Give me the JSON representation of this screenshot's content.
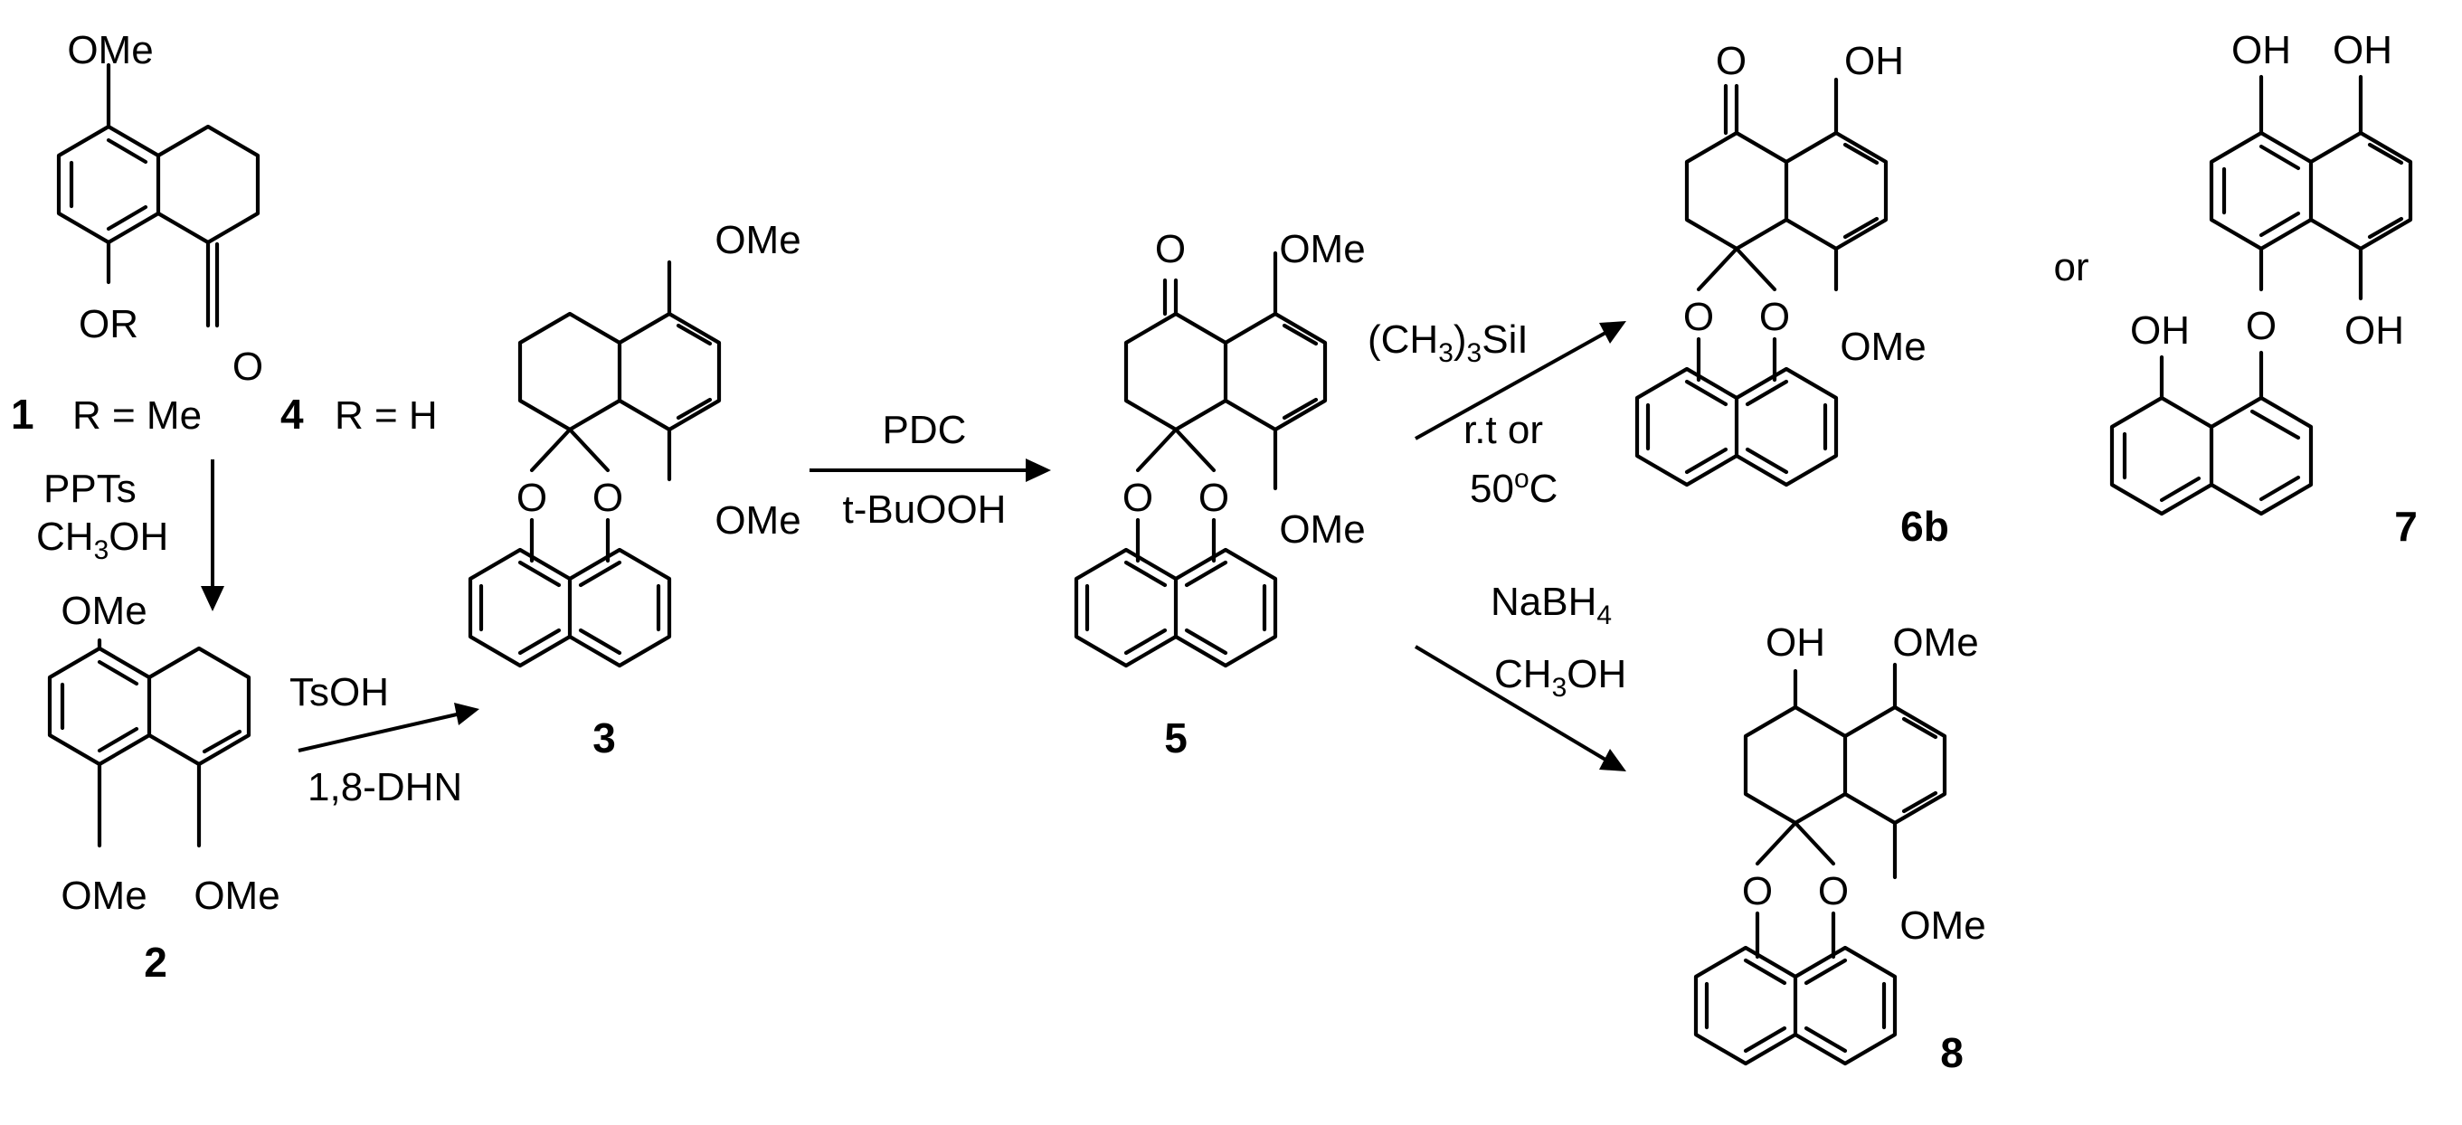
{
  "compounds": [
    {
      "id": "cmpd-1-4",
      "numbers": [
        "1",
        "4"
      ],
      "substituents": [
        "OMe",
        "O",
        "OR"
      ],
      "definitions": [
        "R = Me",
        "R = H"
      ]
    },
    {
      "id": "cmpd-2",
      "number": "2",
      "substituents": [
        "OMe",
        "OMe",
        "OMe"
      ]
    },
    {
      "id": "cmpd-3",
      "number": "3",
      "substituents": [
        "OMe",
        "OMe",
        "O",
        "O"
      ]
    },
    {
      "id": "cmpd-5",
      "number": "5",
      "substituents": [
        "O",
        "OMe",
        "OMe",
        "O",
        "O"
      ]
    },
    {
      "id": "cmpd-6b",
      "number": "6b",
      "substituents": [
        "O",
        "OH",
        "OMe",
        "O",
        "O"
      ]
    },
    {
      "id": "cmpd-7",
      "number": "7",
      "substituents": [
        "OH",
        "OH",
        "OH",
        "OH",
        "O"
      ]
    },
    {
      "id": "cmpd-8",
      "number": "8",
      "substituents": [
        "OH",
        "OMe",
        "OMe",
        "O",
        "O"
      ]
    }
  ],
  "conjunction": "or",
  "reagents": {
    "step_1_to_2": [
      "PPTs",
      "CH",
      "3",
      "OH"
    ],
    "step_2_to_3": [
      "TsOH",
      "1,8-DHN"
    ],
    "step_3_to_5": [
      "PDC",
      "t-BuOOH"
    ],
    "step_5_to_6b": [
      "(CH",
      "3",
      ")",
      "3",
      "SiI",
      "r.t or",
      "50",
      "o",
      "C"
    ],
    "step_5_to_8": [
      "NaBH",
      "4",
      "CH",
      "3",
      "OH"
    ]
  }
}
